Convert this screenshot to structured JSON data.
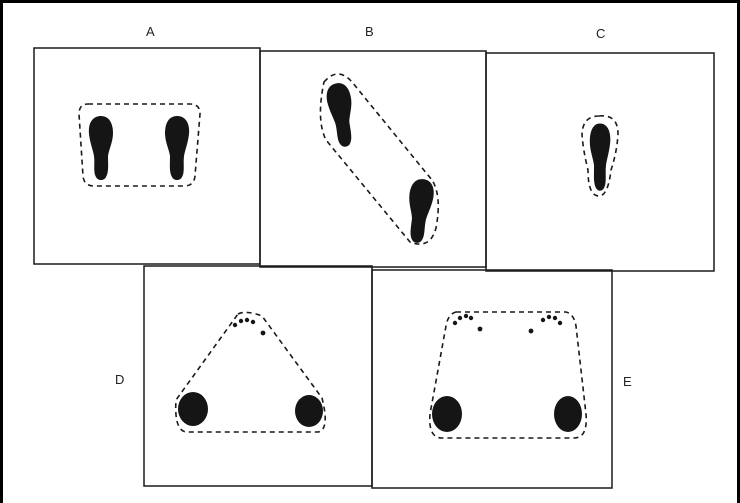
{
  "panels": {
    "a": {
      "label": "A"
    },
    "b": {
      "label": "B"
    },
    "c": {
      "label": "C"
    },
    "d": {
      "label": "D"
    },
    "e": {
      "label": "E"
    }
  },
  "colors": {
    "ink": "#1a1a1a",
    "footprint": "#151515",
    "background": "#ffffff"
  }
}
